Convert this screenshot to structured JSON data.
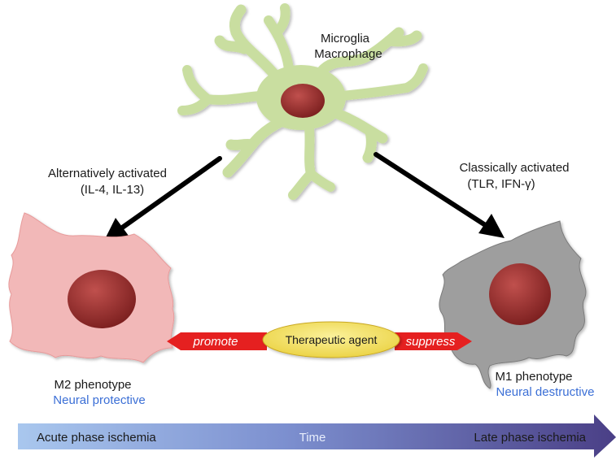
{
  "nodes": {
    "microglia": {
      "line1": "Microglia",
      "line2": "Macrophage"
    },
    "m2": {
      "title": "M2 phenotype",
      "subtitle": "Neural protective"
    },
    "m1": {
      "title": "M1 phenotype",
      "subtitle": "Neural destructive"
    }
  },
  "edges": {
    "left": {
      "line1": "Alternatively activated",
      "line2": "(IL-4, IL-13)"
    },
    "right": {
      "line1": "Classically activated",
      "line2": "(TLR, IFN-γ)"
    }
  },
  "agent": {
    "label": "Therapeutic agent",
    "promote": "promote",
    "suppress": "suppress"
  },
  "timeline": {
    "start": "Acute phase ischemia",
    "middle": "Time",
    "end": "Late phase ischemia"
  },
  "colors": {
    "microglia_fill": "#c9dea0",
    "m2_fill": "#f2b8b8",
    "m1_fill": "#9e9e9e",
    "nucleus": "#9b2a2a",
    "agent_fill": "#f2e15a",
    "arrow_red": "#e52020",
    "accent_blue": "#3b6fd6"
  }
}
